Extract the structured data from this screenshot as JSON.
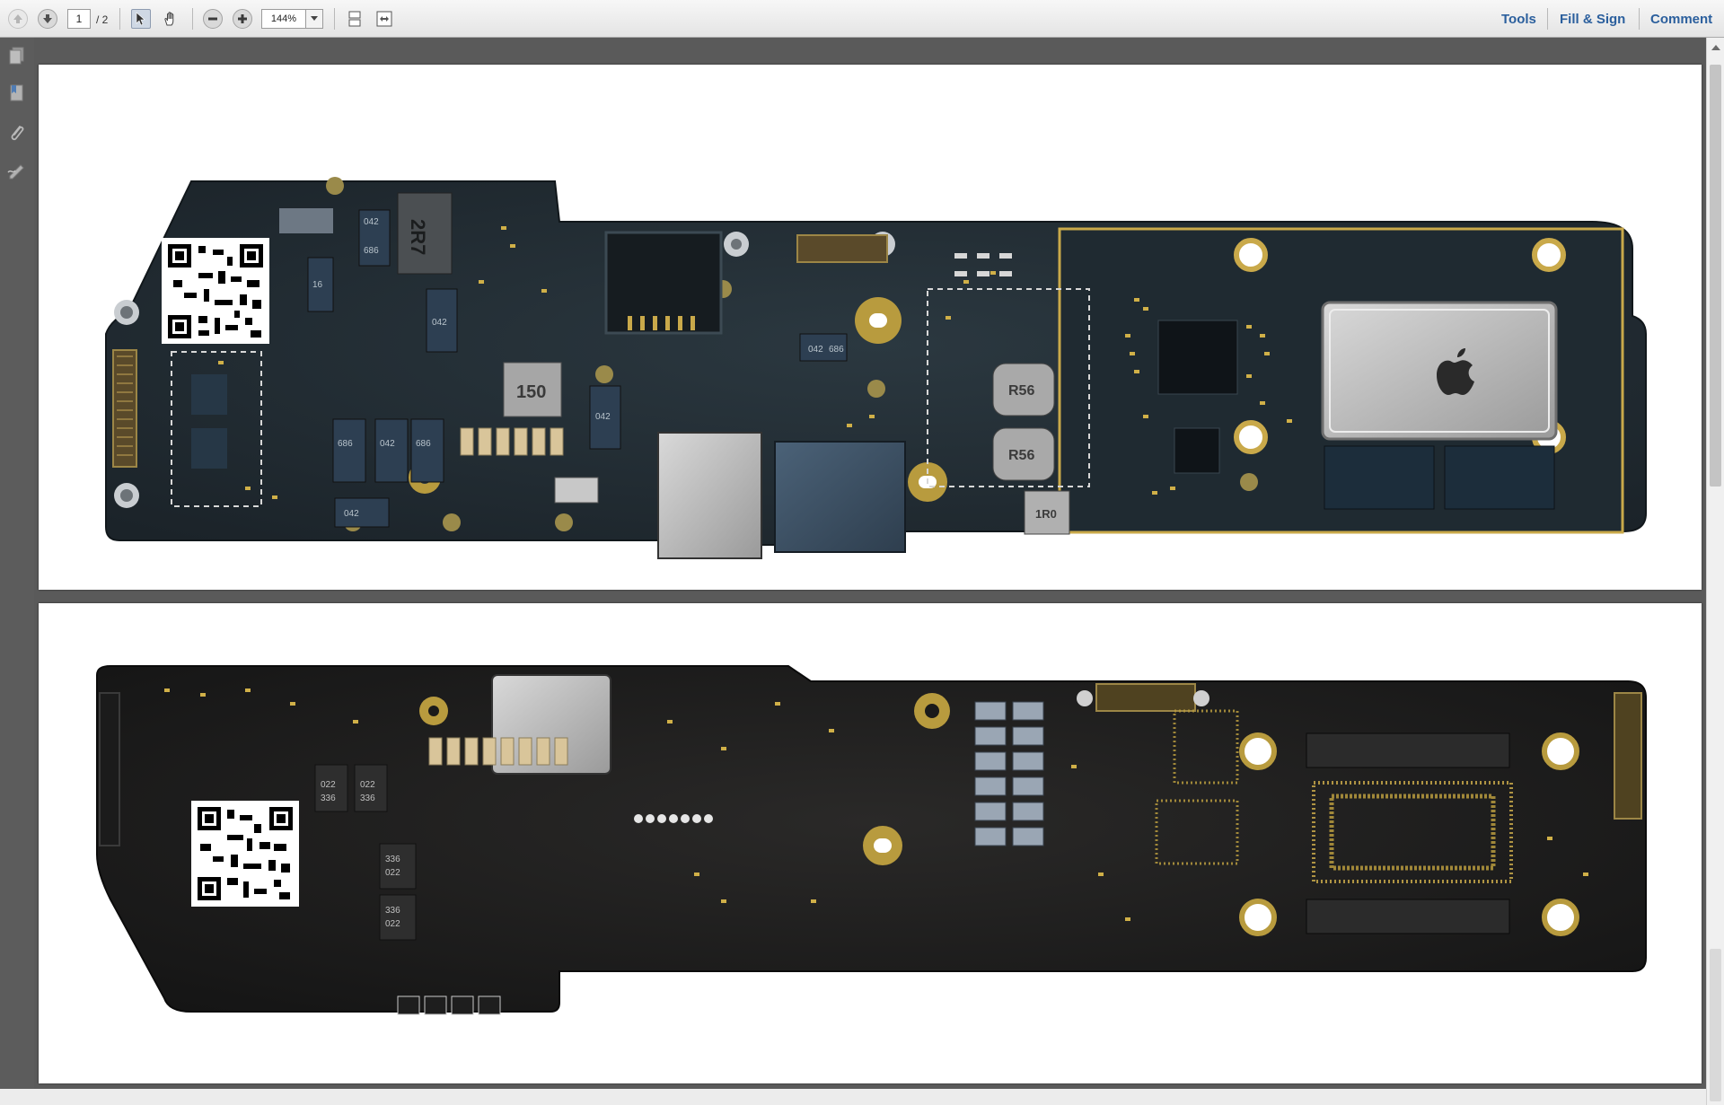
{
  "toolbar": {
    "current_page": "1",
    "page_total": "/ 2",
    "zoom_level": "144%",
    "tools_label": "Tools",
    "fill_sign_label": "Fill & Sign",
    "comment_label": "Comment"
  },
  "board_top": {
    "chip_labels": [
      "2R7",
      "042",
      "686",
      "16",
      "042",
      "150",
      "042",
      "686",
      "042",
      "686",
      "042",
      "042",
      "686",
      "R56",
      "R56",
      "1R0"
    ]
  },
  "board_bottom": {
    "chip_labels": [
      "022",
      "336",
      "022",
      "336",
      "336",
      "022",
      "336",
      "022"
    ]
  }
}
